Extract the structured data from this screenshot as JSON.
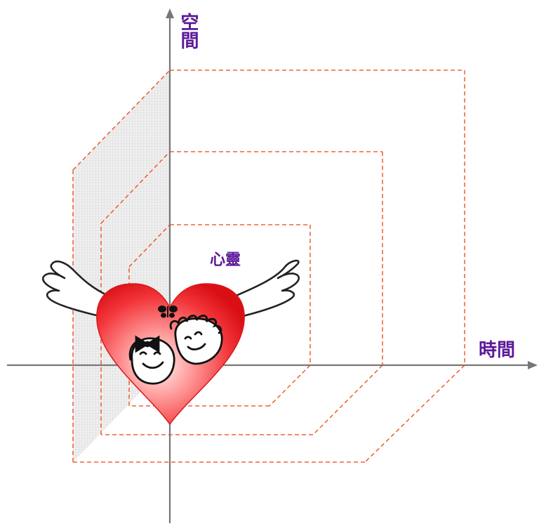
{
  "axes": {
    "vertical_label": "空間",
    "horizontal_label": "時間"
  },
  "center_label": "心靈",
  "colors": {
    "axis": "#777777",
    "dashed_frame": "#ee4411",
    "label": "#5b1a9a",
    "side_plane": "#e4e4e4",
    "heart_light": "#ffd6d6",
    "heart_dark": "#e8151b",
    "wing_stroke": "#222222"
  },
  "icons": [
    "heart-icon",
    "angel-wings-icon",
    "couple-faces-icon",
    "butterfly-icon"
  ]
}
